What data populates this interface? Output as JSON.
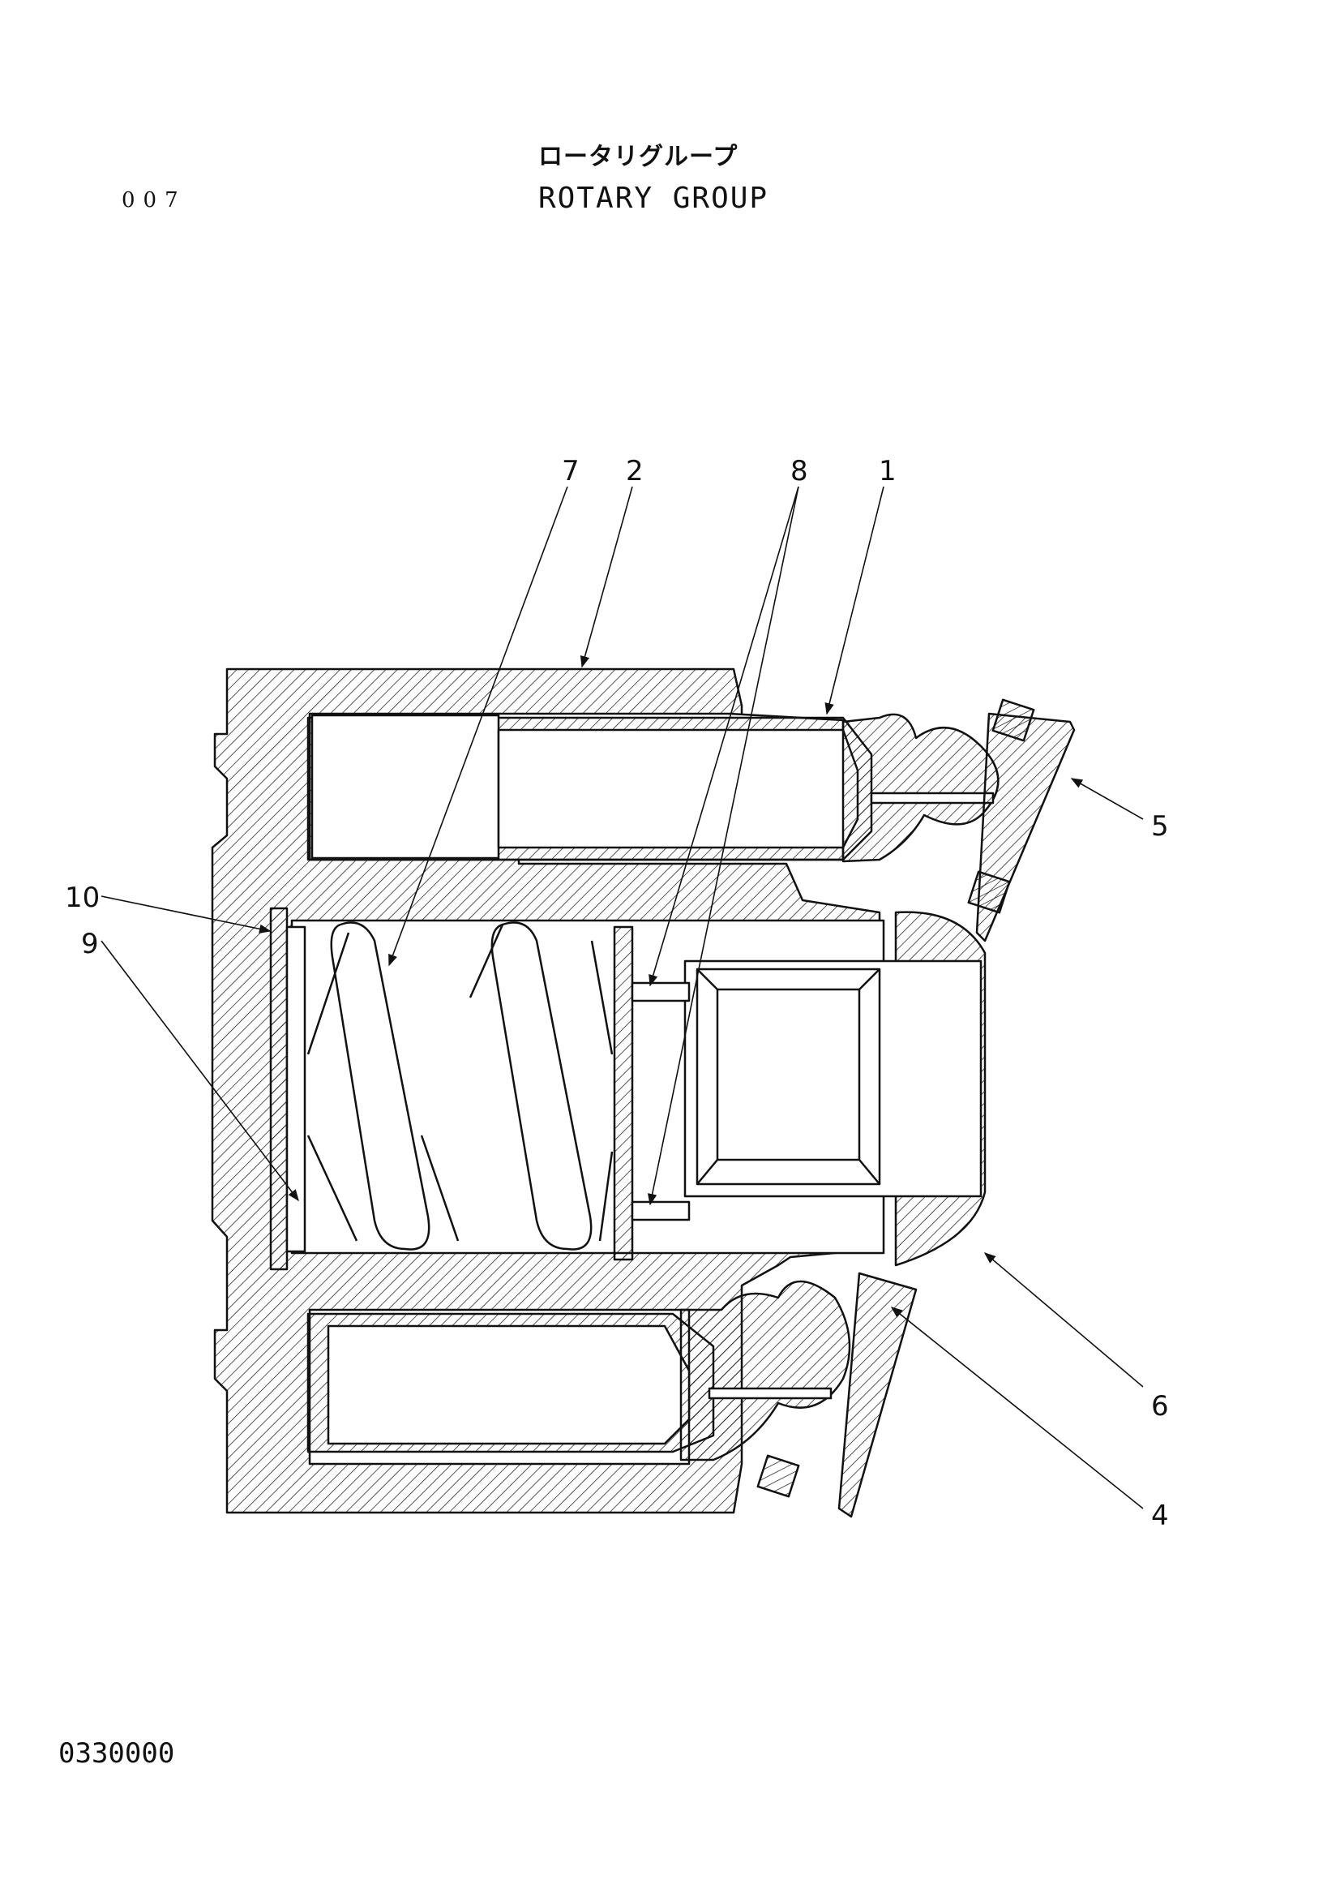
{
  "header": {
    "page_number": "007",
    "title_jp": "ロータリグループ",
    "title_en": "ROTARY GROUP"
  },
  "footer": {
    "drawing_number": "0330000"
  },
  "callouts": {
    "c1": "1",
    "c2": "2",
    "c4": "4",
    "c5": "5",
    "c6": "6",
    "c7": "7",
    "c8": "8",
    "c9": "9",
    "c10": "10"
  },
  "colors": {
    "ink": "#111111",
    "paper": "#ffffff"
  }
}
